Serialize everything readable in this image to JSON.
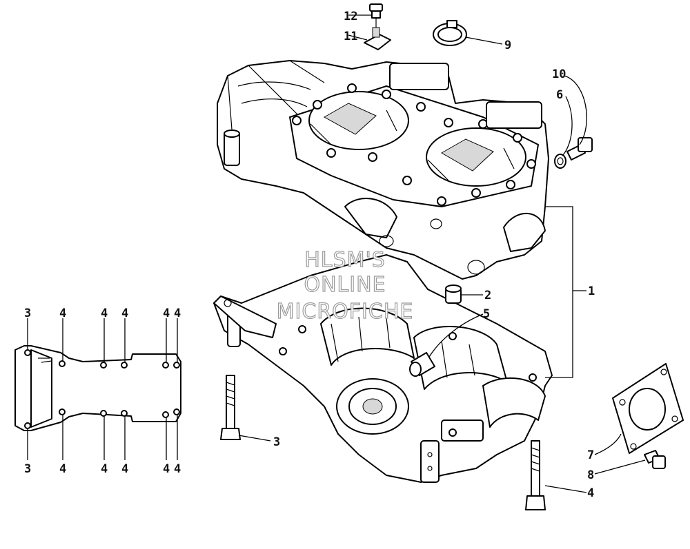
{
  "callouts": {
    "c1": "1",
    "c2": "2",
    "c3": "3",
    "c4": "4",
    "c5": "5",
    "c6": "6",
    "c7": "7",
    "c8": "8",
    "c9": "9",
    "c10": "10",
    "c11": "11",
    "c12": "12"
  },
  "inset": {
    "top_left": "3",
    "bottom_left": "3",
    "top_bolts": [
      "4",
      "4",
      "4",
      "4",
      "4"
    ],
    "bottom_bolts": [
      "4",
      "4",
      "4",
      "4",
      "4"
    ]
  },
  "watermark": {
    "line1": "HLSM'S",
    "line2": "ONLINE",
    "line3": "MICROFICHE"
  }
}
